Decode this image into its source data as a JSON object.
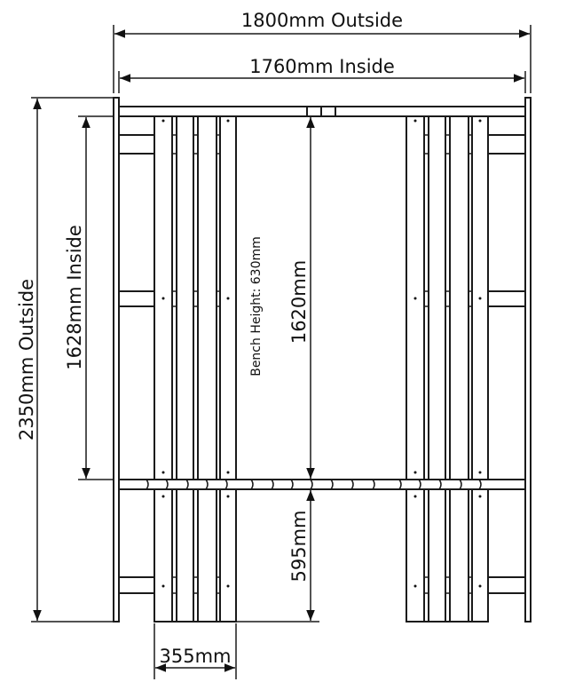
{
  "dimensions": {
    "outside_width": "1800mm Outside",
    "inside_width": "1760mm Inside",
    "outside_length": "2350mm Outside",
    "inside_length": "1628mm Inside",
    "bench_gap": "1620mm",
    "bench_height": "Bench Height: 630mm",
    "lower_section": "595mm",
    "bench_width": "355mm"
  },
  "line_color": "#1a1a1a"
}
